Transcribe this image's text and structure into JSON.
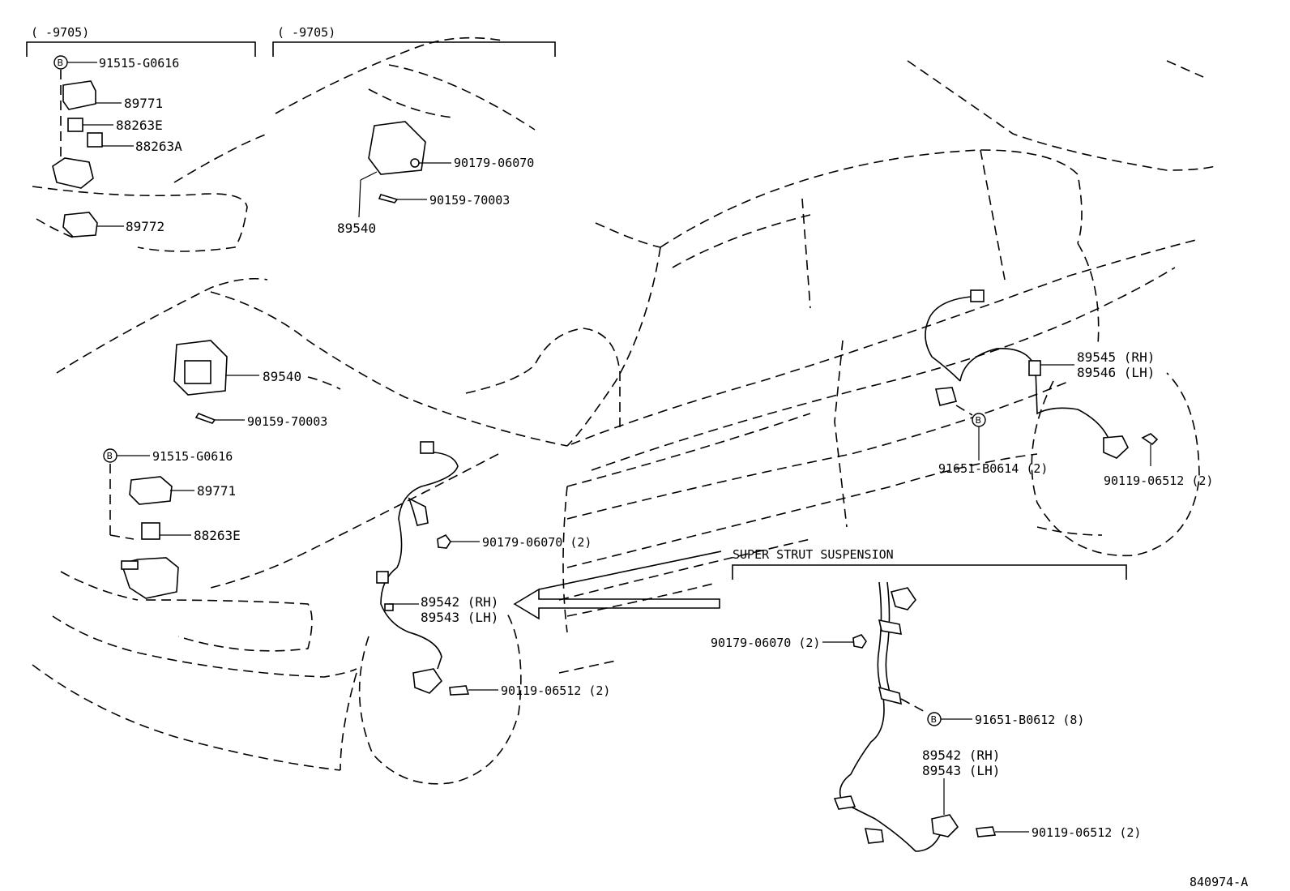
{
  "diagram": {
    "id_label": "840974-A",
    "range_left": "(     -9705)",
    "range_right": "(     -9705)",
    "super_strut_title": "SUPER STRUT SUSPENSION",
    "circle_mark": "B",
    "labels": {
      "tl_91515": "91515-G0616",
      "tl_89771": "89771",
      "tl_88263E": "88263E",
      "tl_88263A": "88263A",
      "tl_89772": "89772",
      "tm_90179": "90179-06070",
      "tm_90159": "90159-70003",
      "tm_89540": "89540",
      "ml_89540": "89540",
      "ml_90159": "90159-70003",
      "ml_91515": "91515-G0616",
      "ml_89771": "89771",
      "ml_88263E": "88263E",
      "c_90179": "90179-06070 (2)",
      "c_89542": "89542 (RH)",
      "c_89543": "89543 (LH)",
      "c_90119": "90119-06512 (2)",
      "r_89545": "89545 (RH)",
      "r_89546": "89546 (LH)",
      "r_91651": "91651-B0614 (2)",
      "r_90119": "90119-06512 (2)",
      "s_90179": "90179-06070 (2)",
      "s_91651": "91651-B0612 (8)",
      "s_89542": "89542 (RH)",
      "s_89543": "89543 (LH)",
      "s_90119": "90119-06512 (2)"
    }
  }
}
